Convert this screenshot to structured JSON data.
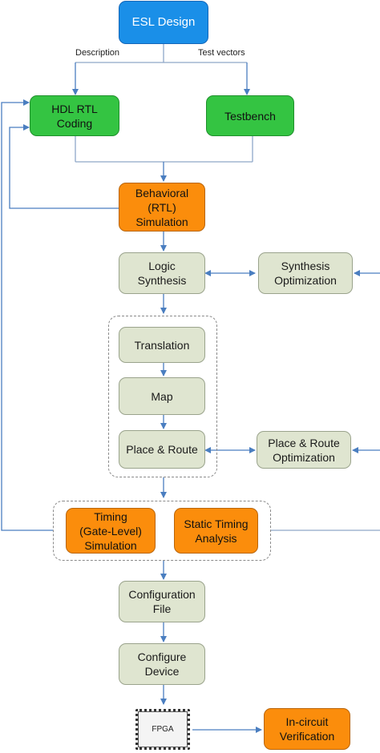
{
  "nodes": {
    "esl": "ESL Design",
    "hdl": "HDL RTL\nCoding",
    "testbench": "Testbench",
    "behavioral": "Behavioral\n(RTL)\nSimulation",
    "logic_synthesis": "Logic\nSynthesis",
    "synthesis_opt": "Synthesis\nOptimization",
    "translation": "Translation",
    "map": "Map",
    "place_route": "Place & Route",
    "place_route_opt": "Place & Route\nOptimization",
    "timing_sim": "Timing\n(Gate-Level)\nSimulation",
    "static_timing": "Static Timing\nAnalysis",
    "config_file": "Configuration\nFile",
    "configure_device": "Configure\nDevice",
    "fpga": "FPGA",
    "incircuit": "In-circuit\nVerification"
  },
  "edge_labels": {
    "description": "Description",
    "test_vectors": "Test vectors"
  },
  "colors": {
    "blue": "#1a8fe8",
    "green": "#34c442",
    "orange": "#fb8d0c",
    "grey": "#dfe5d0",
    "arrow": "#4a7ec0"
  }
}
